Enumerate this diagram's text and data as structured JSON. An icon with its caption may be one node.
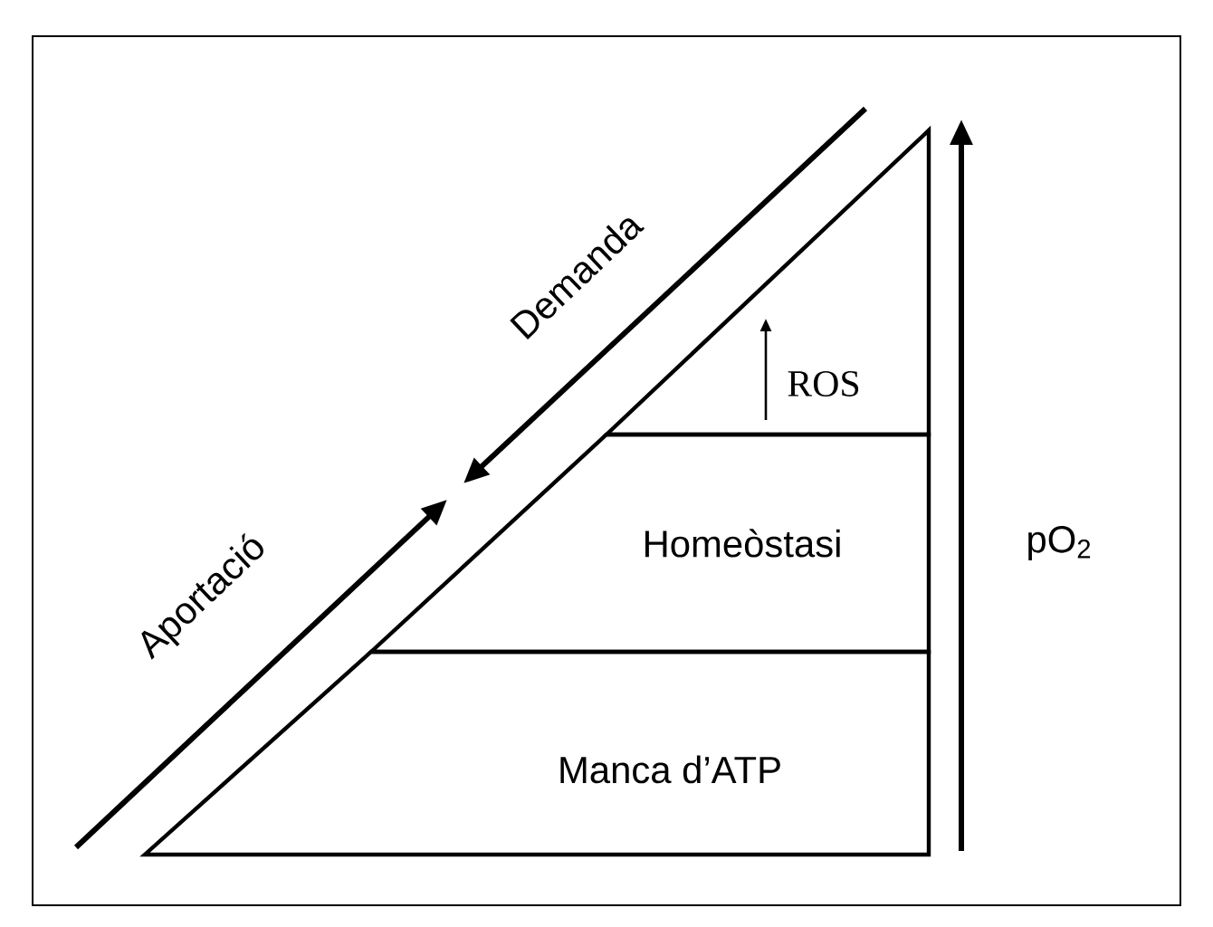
{
  "diagram": {
    "nodes": [
      {
        "text": [
          "ROS"
        ]
      },
      {
        "text": [
          "Homeòstasi"
        ]
      },
      {
        "text": [
          "Manca d’ATP"
        ]
      }
    ],
    "labels": [
      "Demanda",
      "Aportació",
      "pO$_{2}$"
    ]
  }
}
